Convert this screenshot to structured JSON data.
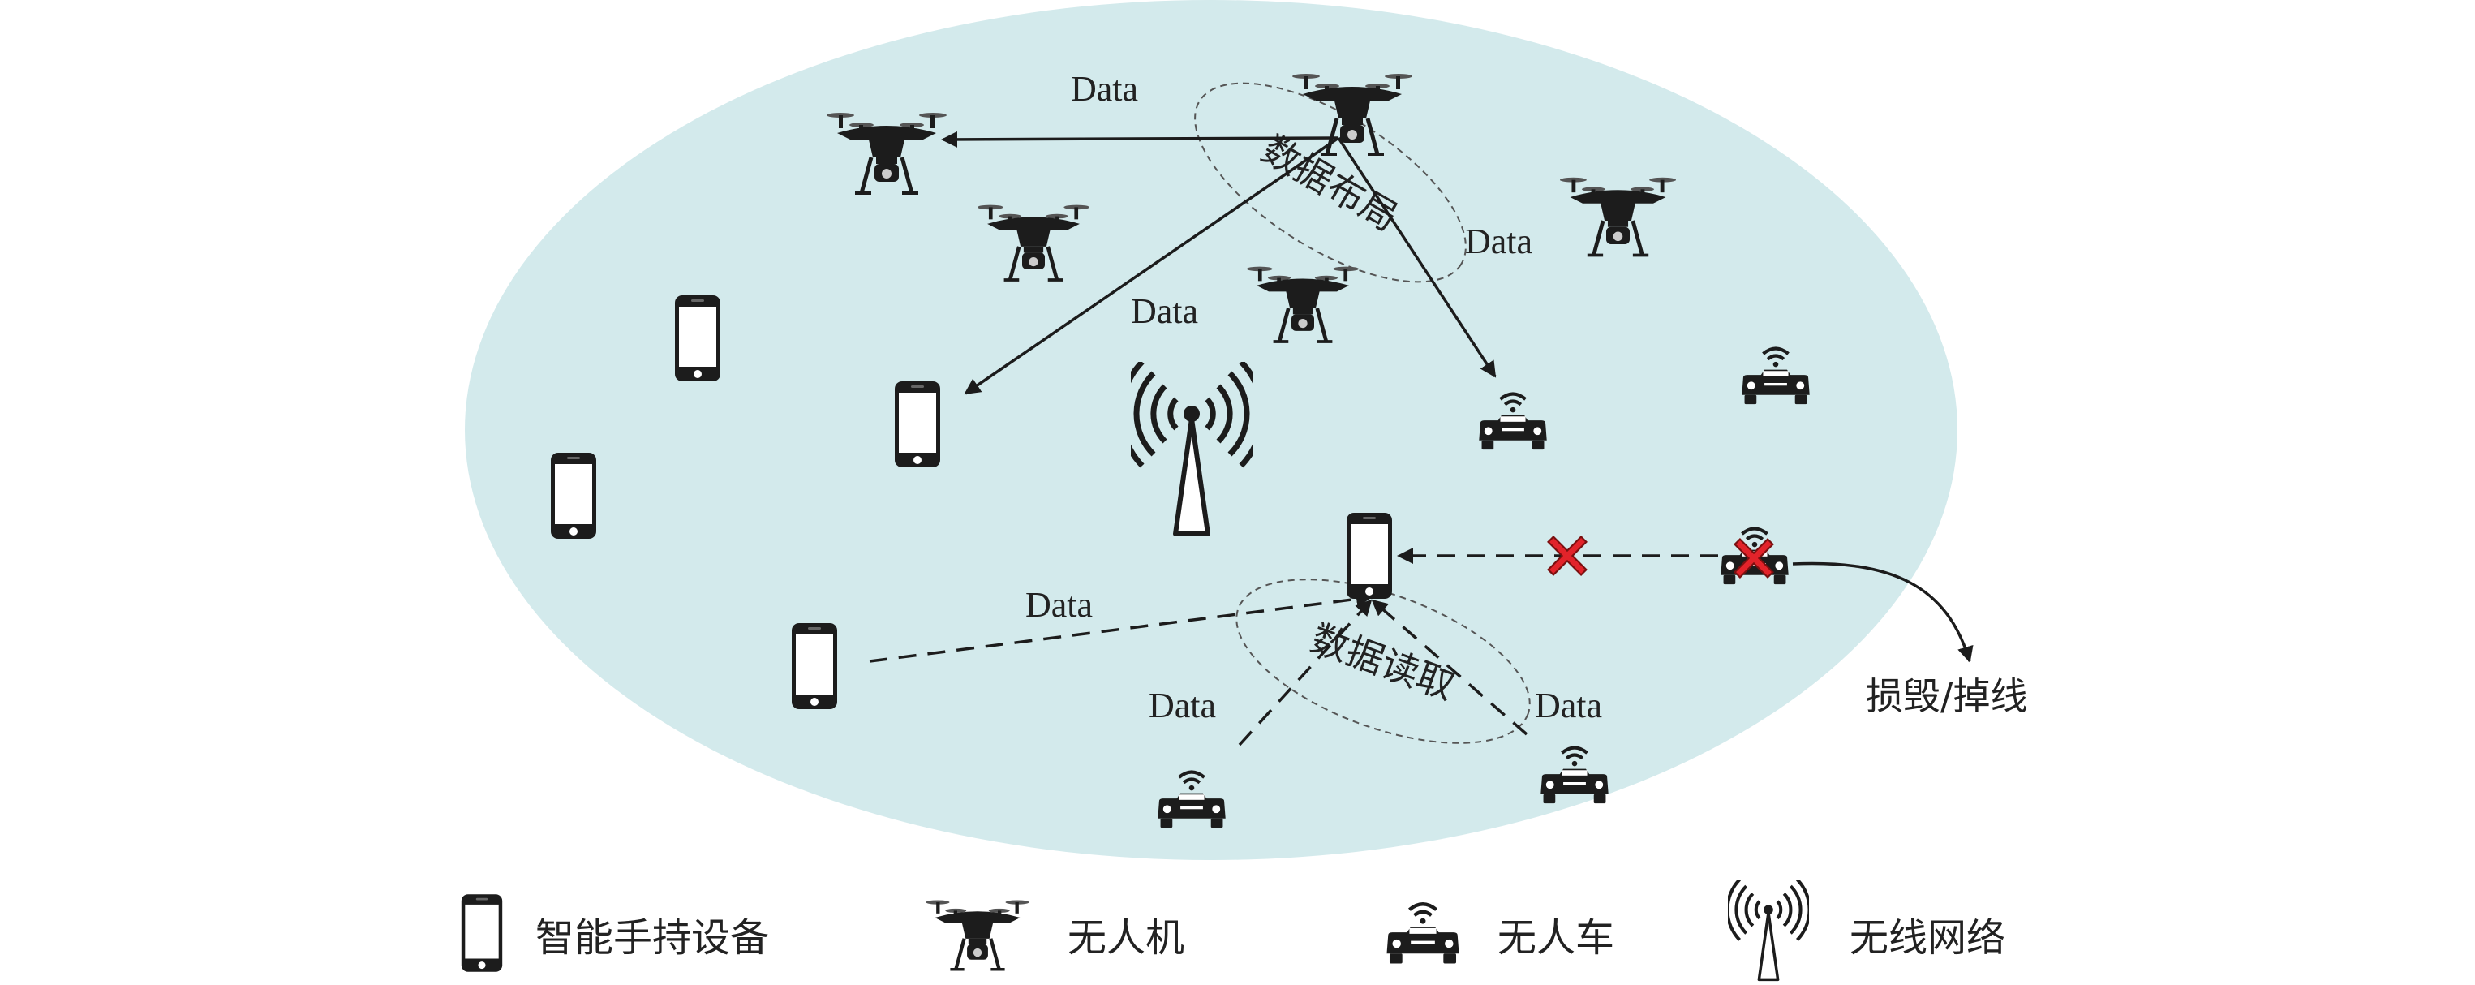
{
  "data_label": "Data",
  "region_labels": {
    "layout": "数据布局",
    "read": "数据读取"
  },
  "failure_label": "损毁/掉线",
  "legend": [
    {
      "label": "智能手持设备",
      "icon": "smartphone-icon"
    },
    {
      "label": "无人机",
      "icon": "drone-icon"
    },
    {
      "label": "无人车",
      "icon": "car-icon"
    },
    {
      "label": "无线网络",
      "icon": "antenna-icon"
    }
  ],
  "colors": {
    "network_area": "#d3eaec",
    "failure_mark": "#e2232a",
    "ink": "#1c1c1c"
  }
}
